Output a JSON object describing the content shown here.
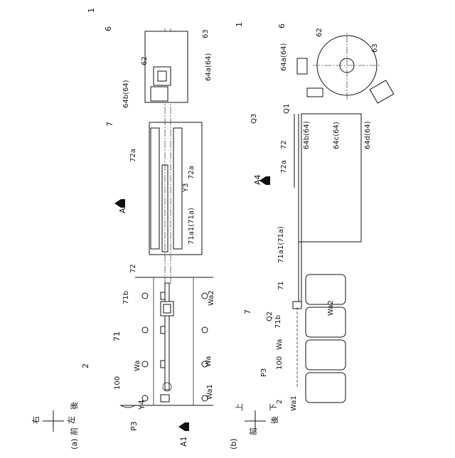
{
  "panel_a": {
    "panel_label": "(a)",
    "assembly_ref": "1",
    "conveyor_unit_ref": "6",
    "housing_ref": "63",
    "body_ref": "62",
    "part_64a": "64a(64)",
    "part_64b": "64b(64)",
    "table_unit_ref": "7",
    "guide_72a_upper": "72a",
    "guide_72a_lower": "72a",
    "table_ref": "72",
    "arrow_a4": "A4",
    "dim_y3": "Y3",
    "rail_ref": "71a1(71a)",
    "belt_ref": "2",
    "part_71b": "71b",
    "rod_ref": "71",
    "wafer_wa2": "Wa2",
    "wafer_wa_left": "Wa",
    "wafer_wa_right": "Wa",
    "ref_100": "100",
    "wafer_wa1": "Wa1",
    "ref_p3": "P3",
    "dim_y4": "Y4",
    "arrow_a1": "A1",
    "compass_right": "右",
    "compass_rear": "後",
    "compass_left": "左",
    "compass_front": "前"
  },
  "panel_b": {
    "panel_label": "(b)",
    "assembly_ref": "1",
    "conveyor_unit_ref": "6",
    "body_ref": "62",
    "housing_ref": "63",
    "part_64a": "64a(64)",
    "ref_q3": "Q3",
    "ref_q1": "Q1",
    "part_64b": "64b(64)",
    "part_64c": "64c(64)",
    "part_64d": "64d(64)",
    "table_ref": "72",
    "guide_72a": "72a",
    "arrow_a4": "A4",
    "rail_ref": "71a1(71a)",
    "rod_ref": "71",
    "wafer_wa2": "Wa2",
    "table_unit_ref": "7",
    "ref_q2": "Q2",
    "part_71b": "71b",
    "wafer_wa": "Wa",
    "ref_100": "100",
    "ref_p3": "P3",
    "belt_ref": "2",
    "wafer_wa1": "Wa1",
    "compass_up": "上",
    "compass_rear": "後",
    "compass_front": "前",
    "compass_down": "下"
  }
}
